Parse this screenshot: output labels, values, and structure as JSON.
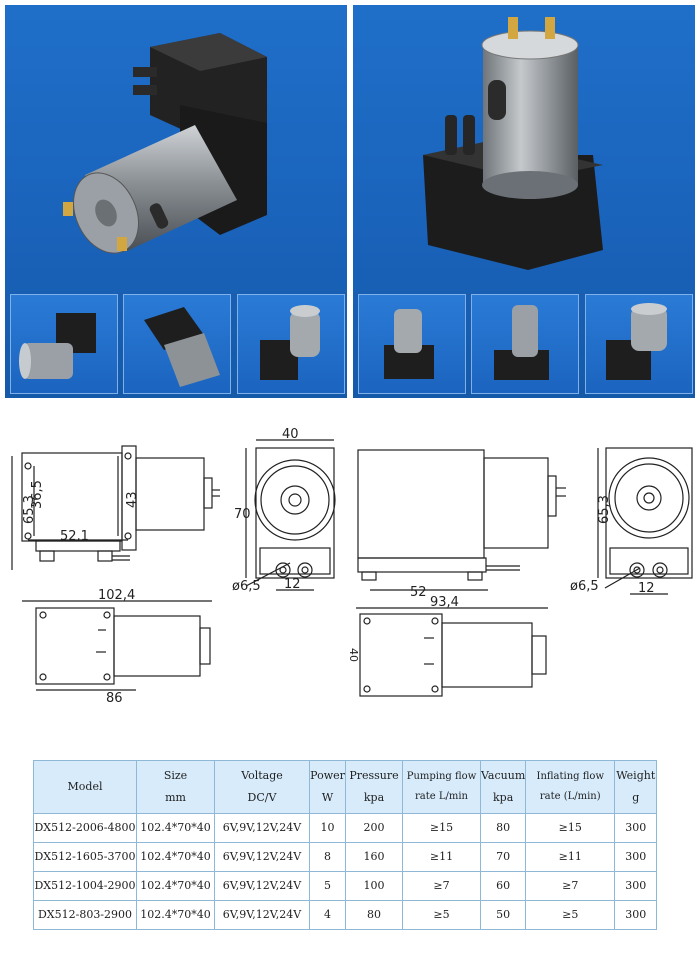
{
  "drawings": {
    "d1_h1": "65,3",
    "d1_h2": "36,5",
    "d1_w": "52,1",
    "d1_h3": "43",
    "d2_w": "40",
    "d2_h": "70",
    "d2_d": "ø6,5",
    "d2_s": "12",
    "d3_w": "52",
    "d4_h": "65,3",
    "d4_d": "ø6,5",
    "d4_s": "12",
    "d5_w": "102,4",
    "d5_w2": "86",
    "d6_w": "93,4",
    "d6_side": "40"
  },
  "table": {
    "headers": [
      {
        "l1": "Model",
        "l2": ""
      },
      {
        "l1": "Size",
        "l2": "mm"
      },
      {
        "l1": "Voltage",
        "l2": "DC/V"
      },
      {
        "l1": "Power",
        "l2": "W"
      },
      {
        "l1": "Pressure",
        "l2": "kpa"
      },
      {
        "l1": "Pumping flow",
        "l2": "rate L/min"
      },
      {
        "l1": "Vacuum",
        "l2": "kpa"
      },
      {
        "l1": "Inflating flow",
        "l2": "rate (L/min)"
      },
      {
        "l1": "Weight",
        "l2": "g"
      }
    ],
    "rows": [
      [
        "DX512-2006-4800",
        "102.4*70*40",
        "6V,9V,12V,24V",
        "10",
        "200",
        "≥15",
        "80",
        "≥15",
        "300"
      ],
      [
        "DX512-1605-3700",
        "102.4*70*40",
        "6V,9V,12V,24V",
        "8",
        "160",
        "≥11",
        "70",
        "≥11",
        "300"
      ],
      [
        "DX512-1004-2900",
        "102.4*70*40",
        "6V,9V,12V,24V",
        "5",
        "100",
        "≥7",
        "60",
        "≥7",
        "300"
      ],
      [
        "DX512-803-2900",
        "102.4*70*40",
        "6V,9V,12V,24V",
        "4",
        "80",
        "≥5",
        "50",
        "≥5",
        "300"
      ]
    ]
  }
}
